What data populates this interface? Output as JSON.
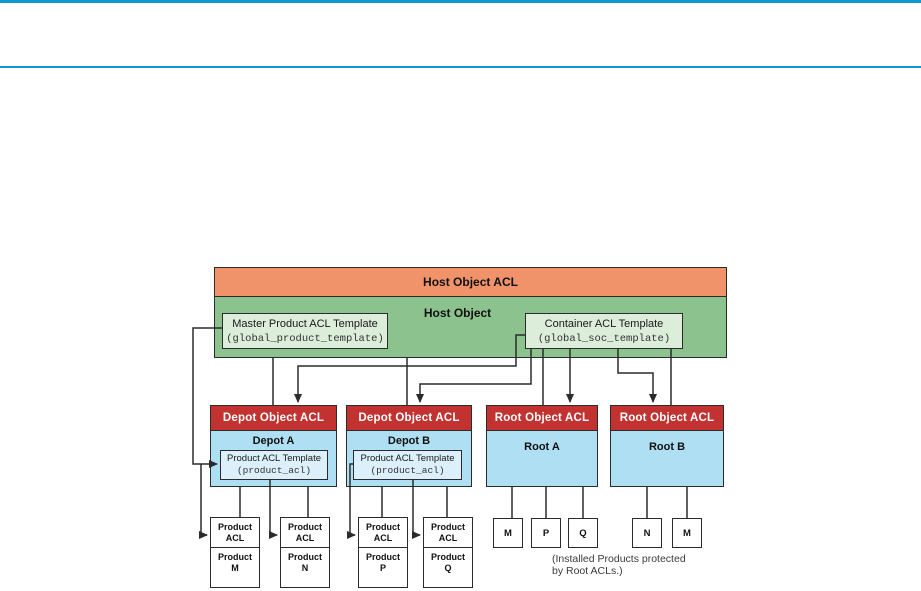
{
  "figure": {
    "host_acl": {
      "title": "Host Object ACL"
    },
    "host_object": {
      "title": "Host Object",
      "master_template": {
        "name": "Master Product ACL Template",
        "code": "(global_product_template)"
      },
      "container_template": {
        "name": "Container ACL Template",
        "code": "(global_soc_template)"
      }
    },
    "depot_a": {
      "header": "Depot Object ACL",
      "name": "Depot A",
      "template_name": "Product ACL Template",
      "template_code": "(product_acl)"
    },
    "depot_b": {
      "header": "Depot Object ACL",
      "name": "Depot B",
      "template_name": "Product ACL Template",
      "template_code": "(product_acl)"
    },
    "root_a": {
      "header": "Root Object ACL",
      "name": "Root A"
    },
    "root_b": {
      "header": "Root Object ACL",
      "name": "Root B"
    },
    "product_m": {
      "acl_l1": "Product",
      "acl_l2": "ACL",
      "name_l1": "Product",
      "name_l2": "M"
    },
    "product_n": {
      "acl_l1": "Product",
      "acl_l2": "ACL",
      "name_l1": "Product",
      "name_l2": "N"
    },
    "product_p": {
      "acl_l1": "Product",
      "acl_l2": "ACL",
      "name_l1": "Product",
      "name_l2": "P"
    },
    "product_q": {
      "acl_l1": "Product",
      "acl_l2": "ACL",
      "name_l1": "Product",
      "name_l2": "Q"
    },
    "installed_root_a": [
      "M",
      "P",
      "Q"
    ],
    "installed_root_b": [
      "N",
      "M"
    ],
    "caption": {
      "line1": "(Installed Products protected",
      "line2": "by Root ACLs.)"
    }
  },
  "colors": {
    "rule_blue": "#0e97d3",
    "host_acl_orange": "#f0936a",
    "host_object_green": "#8cc28e",
    "template_light_green": "#dcedda",
    "acl_header_red": "#c23230",
    "container_blue": "#aedff2",
    "template_light_blue": "#dbf0fa",
    "line_dark": "#2b2b2b"
  }
}
